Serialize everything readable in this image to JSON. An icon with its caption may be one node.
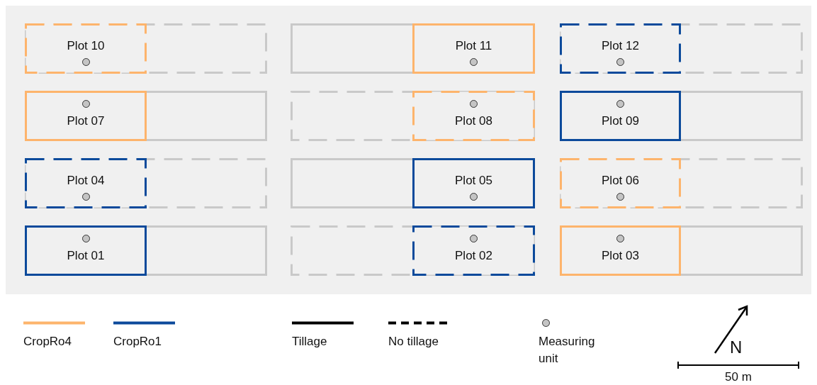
{
  "diagram": {
    "nodes": [
      {
        "text": [],
        "shape": "box"
      },
      {
        "text": [
          "Plot 10"
        ],
        "in": 0
      },
      {
        "text": [],
        "shape": "box"
      },
      {
        "text": [
          "Plot 11"
        ],
        "in": 2
      },
      {
        "text": [],
        "shape": "box"
      },
      {
        "text": [
          "Plot 12"
        ],
        "in": 4
      },
      {
        "text": [],
        "shape": "box"
      },
      {
        "text": [
          "Plot 07"
        ],
        "in": 6
      },
      {
        "text": [],
        "shape": "box"
      },
      {
        "text": [
          "Plot 08"
        ],
        "in": 8
      },
      {
        "text": [],
        "shape": "box"
      },
      {
        "text": [
          "Plot 09"
        ],
        "in": 10
      },
      {
        "text": [],
        "shape": "box"
      },
      {
        "text": [
          "Plot 04"
        ],
        "in": 12
      },
      {
        "text": [],
        "shape": "box"
      },
      {
        "text": [
          "Plot 05"
        ],
        "in": 14
      },
      {
        "text": [],
        "shape": "box"
      },
      {
        "text": [
          "Plot 06"
        ],
        "in": 16
      },
      {
        "text": [],
        "shape": "box"
      },
      {
        "text": [
          "Plot 01"
        ],
        "in": 18
      },
      {
        "text": [],
        "shape": "box"
      },
      {
        "text": [
          "Plot 02"
        ],
        "in": 20
      },
      {
        "text": [],
        "shape": "box"
      },
      {
        "text": [
          "Plot 03"
        ],
        "in": 22
      }
    ],
    "edges": [],
    "labels": [
      "N",
      "50 m"
    ],
    "legend": [
      {
        "text": "CropRo4"
      },
      {
        "text": "CropRo1"
      },
      {
        "text": "Tillage"
      },
      {
        "text": "No tillage"
      },
      {
        "text": "Measuring unit"
      }
    ]
  }
}
